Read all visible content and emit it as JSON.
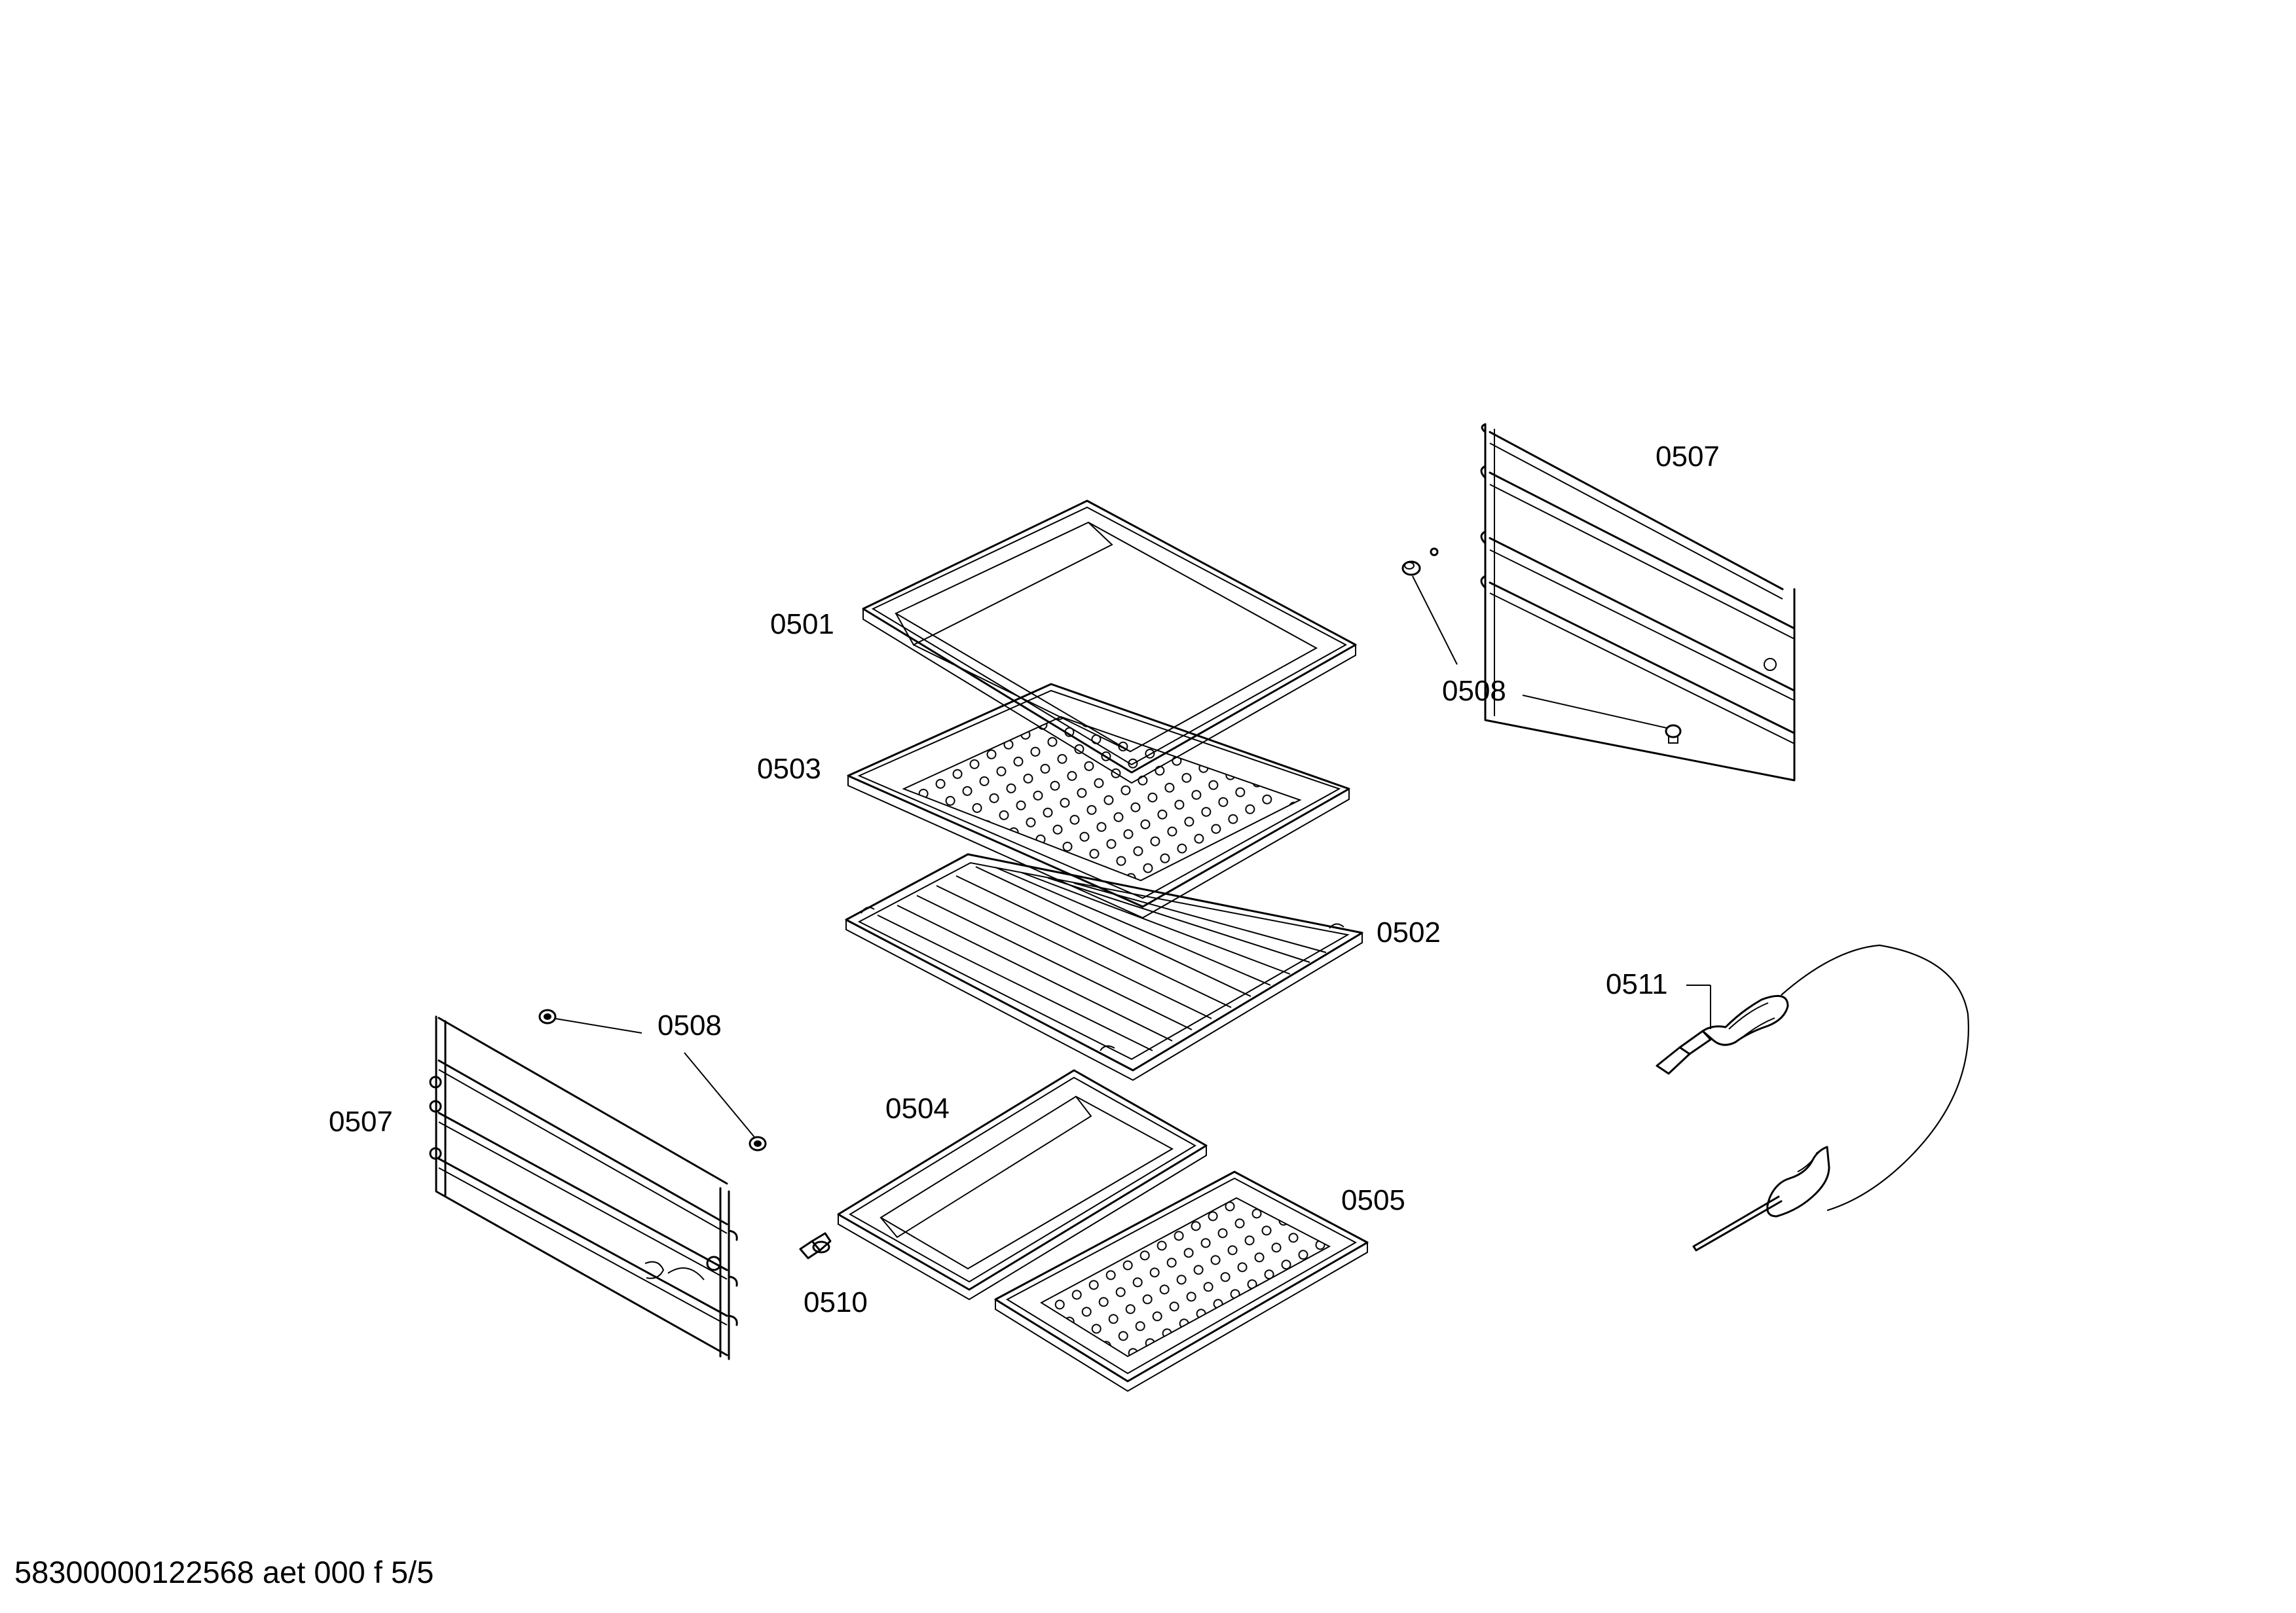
{
  "diagram": {
    "callouts": {
      "c0501": "0501",
      "c0503": "0503",
      "c0502": "0502",
      "c0504": "0504",
      "c0505": "0505",
      "c0507_right": "0507",
      "c0507_left": "0507",
      "c0508_right": "0508",
      "c0508_left": "0508",
      "c0510": "0510",
      "c0511": "0511"
    },
    "footer": "58300000122568 aet 000 f 5/5"
  }
}
